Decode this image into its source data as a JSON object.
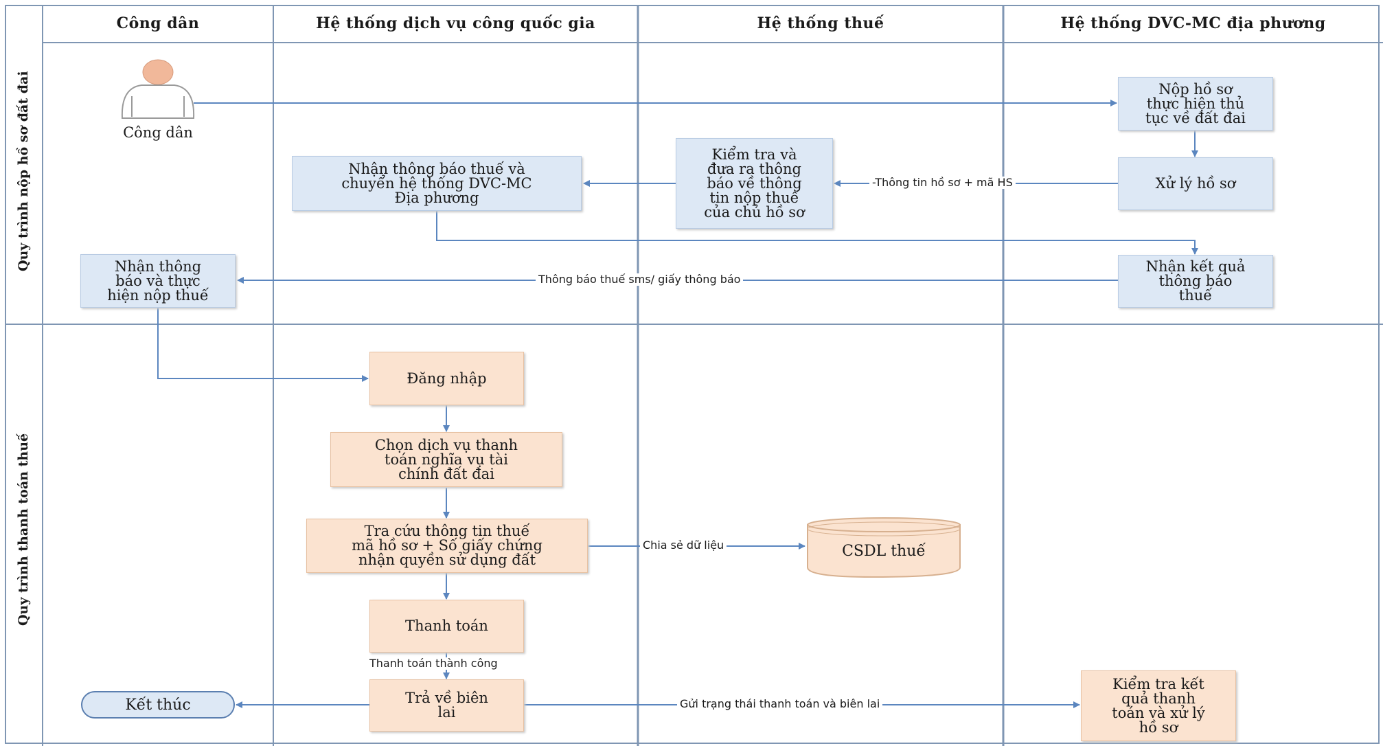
{
  "lanes": [
    "Công dân",
    "Hệ thống dịch vụ công quốc gia",
    "Hệ thống thuế",
    "Hệ thống DVC-MC địa phương"
  ],
  "rows": [
    "Quy trình nộp hồ sơ đất đai",
    "Quy trình thanh toán thuế"
  ],
  "actor": {
    "label": "Công dân"
  },
  "nodes": {
    "nop_ho_so": "Nộp hồ sơ\nthực hiện thủ\ntục về đất đai",
    "xu_ly_ho_so": "Xử lý hồ sơ",
    "kiem_tra": "Kiểm tra và\nđưa ra thông\nbáo về thông\ntin nộp thuế\ncủa chủ hồ sơ",
    "nhan_thong_bao_chuyen": "Nhận thông báo thuế và\nchuyển hệ thống DVC-MC\nĐịa phương",
    "nhan_ket_qua": "Nhận kết quả\nthông báo\nthuế",
    "nhan_thong_bao_nop": "Nhận thông\nbáo và thực\nhiện nộp thuế",
    "dang_nhap": "Đăng nhập",
    "chon_dich_vu": "Chọn dịch vụ thanh\ntoán nghĩa vụ tài\nchính đất đai",
    "tra_cuu": "Tra cứu thông tin thuế\nmã hồ sơ + Số giấy chứng\nnhận quyền sử dụng đất",
    "csdl_thue": "CSDL thuế",
    "thanh_toan": "Thanh toán",
    "tra_ve_bien_lai": "Trả về biên\nlai",
    "kiem_tra_ket_qua": "Kiểm tra kết\nquả thanh\ntoán và xử lý\nhồ sơ",
    "ket_thuc": "Kết thúc"
  },
  "edge_labels": {
    "thong_tin_ho_so": "-Thông tin hồ sơ + mã HS",
    "thong_bao_thue_sms": "Thông báo thuế sms/ giấy thông báo",
    "chia_se_du_lieu": "Chia sẻ dữ liệu",
    "thanh_toan_thanh_cong": "Thanh toán thành công",
    "gui_trang_thai": "Gửi trạng thái thanh toán và biên lai"
  },
  "colors": {
    "line": "#5b86bf",
    "grid": "#7f96b3",
    "blue_box": "#dde8f5",
    "peach_box": "#fbe3d0"
  }
}
